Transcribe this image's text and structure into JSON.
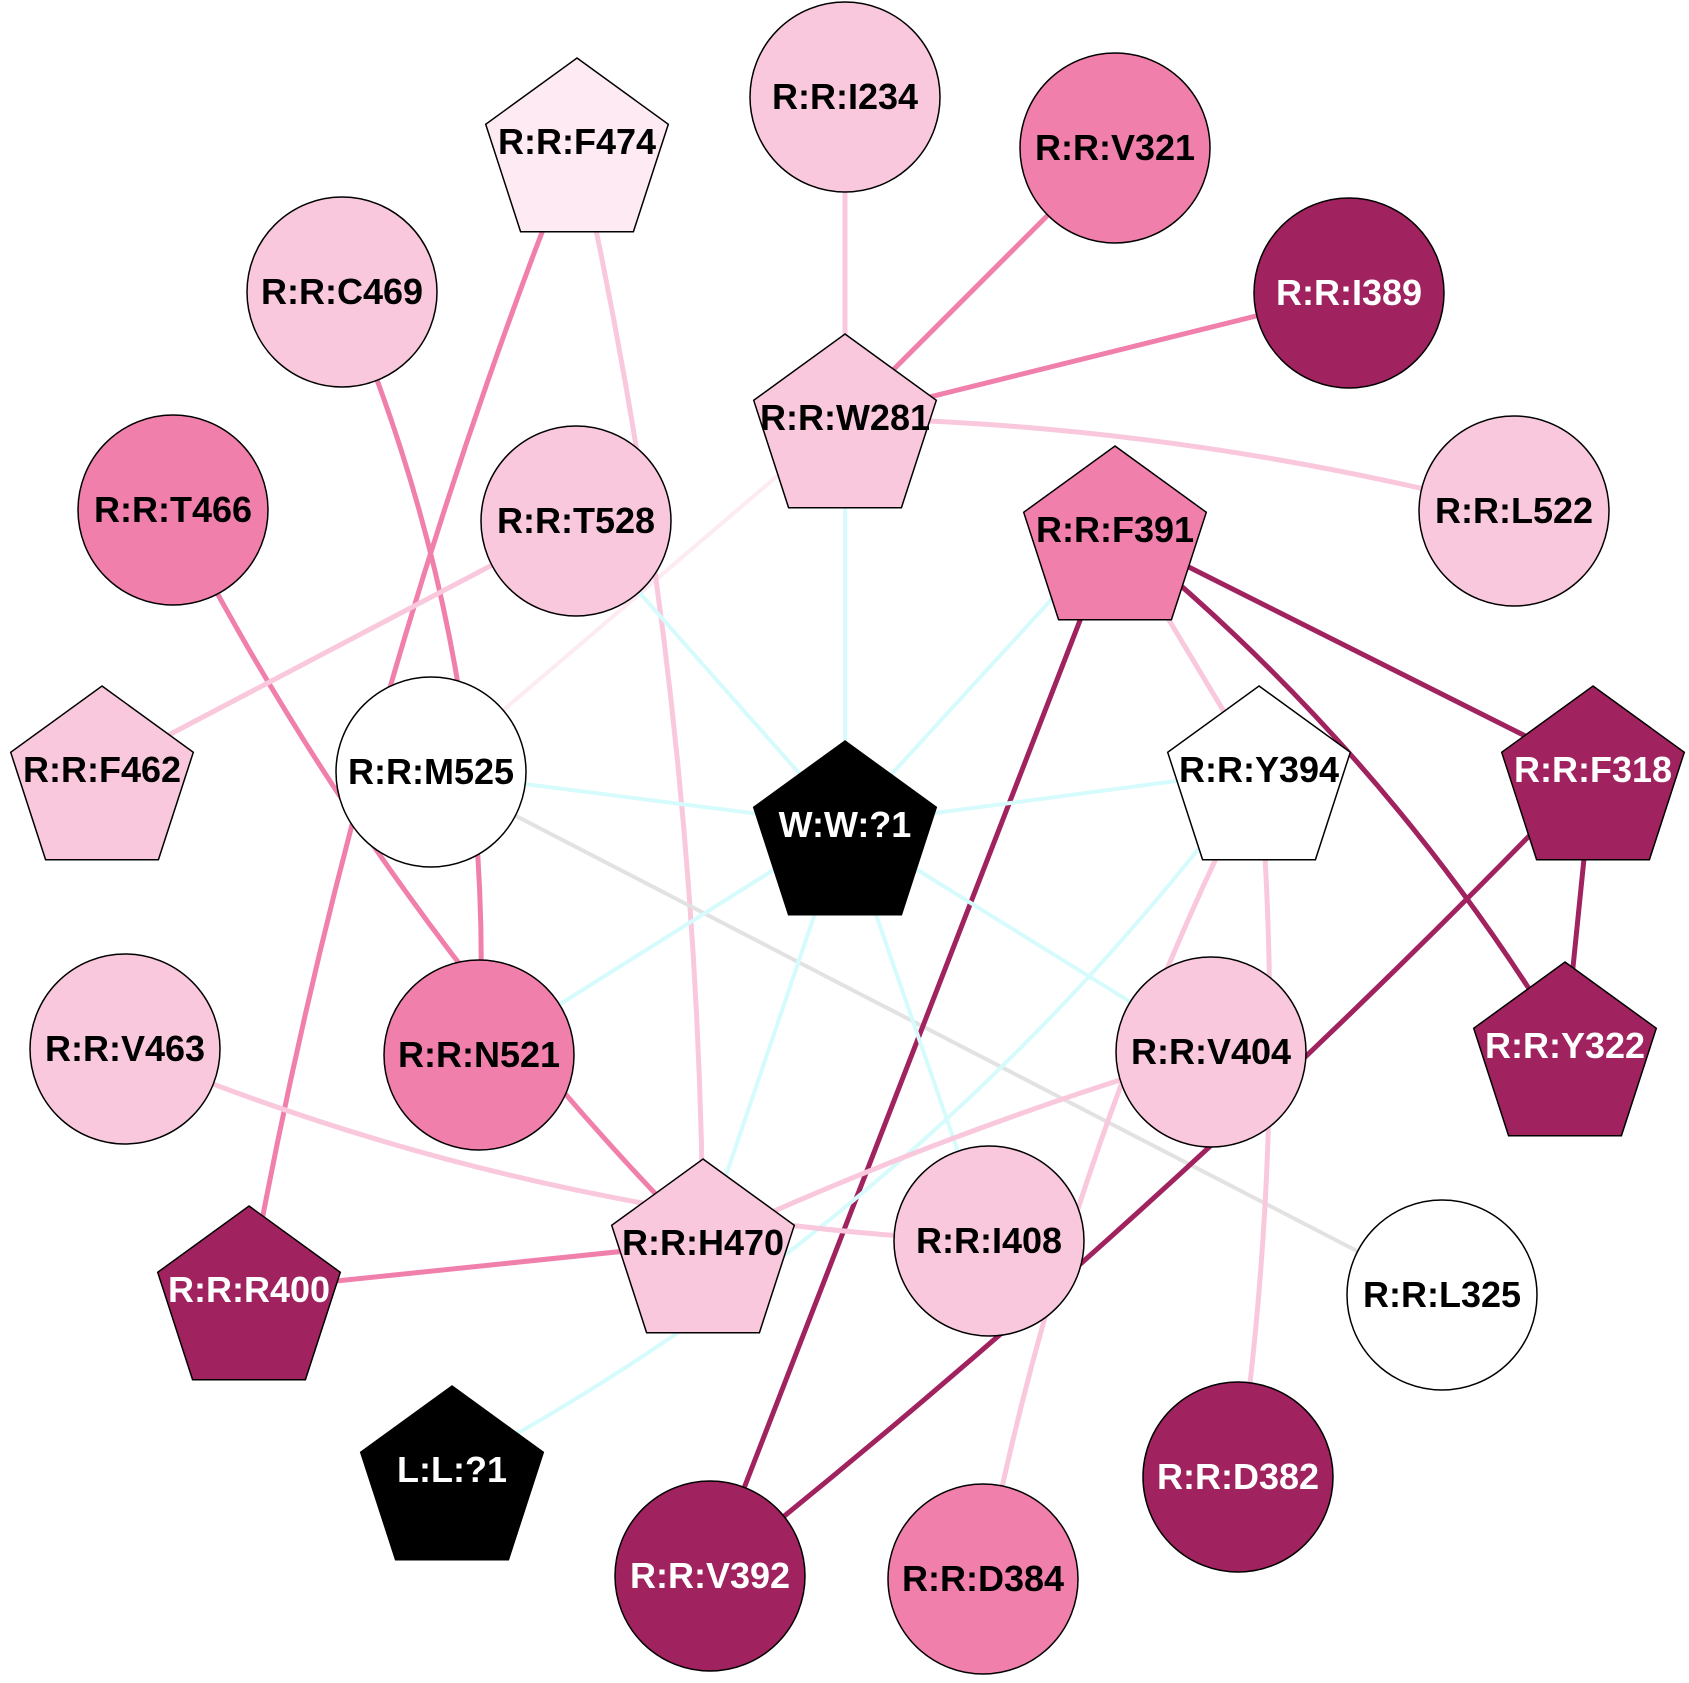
{
  "colors": {
    "dark": "#a0225f",
    "medium": "#f07fac",
    "light": "#f9c8dd",
    "pale": "#fdeaf2",
    "white": "#ffffff",
    "black": "#000000",
    "cyan": "#d6fbfc",
    "gray": "#e2e2e2"
  },
  "nodes": [
    {
      "id": "W:W:?1",
      "label": "W:W:?1",
      "shape": "pentagon",
      "color": "black",
      "text": "white"
    },
    {
      "id": "L:L:?1",
      "label": "L:L:?1",
      "shape": "pentagon",
      "color": "black",
      "text": "white"
    },
    {
      "id": "R:R:I234",
      "label": "R:R:I234",
      "shape": "circle",
      "color": "light",
      "text": "black"
    },
    {
      "id": "R:R:V321",
      "label": "R:R:V321",
      "shape": "circle",
      "color": "medium",
      "text": "black"
    },
    {
      "id": "R:R:I389",
      "label": "R:R:I389",
      "shape": "circle",
      "color": "dark",
      "text": "white"
    },
    {
      "id": "R:R:L522",
      "label": "R:R:L522",
      "shape": "circle",
      "color": "light",
      "text": "black"
    },
    {
      "id": "R:R:F318",
      "label": "R:R:F318",
      "shape": "pentagon",
      "color": "dark",
      "text": "white"
    },
    {
      "id": "R:R:Y322",
      "label": "R:R:Y322",
      "shape": "pentagon",
      "color": "dark",
      "text": "white"
    },
    {
      "id": "R:R:L325",
      "label": "R:R:L325",
      "shape": "circle",
      "color": "white",
      "text": "black"
    },
    {
      "id": "R:R:D382",
      "label": "R:R:D382",
      "shape": "circle",
      "color": "dark",
      "text": "white"
    },
    {
      "id": "R:R:D384",
      "label": "R:R:D384",
      "shape": "circle",
      "color": "medium",
      "text": "black"
    },
    {
      "id": "R:R:V392",
      "label": "R:R:V392",
      "shape": "circle",
      "color": "dark",
      "text": "white"
    },
    {
      "id": "R:R:R400",
      "label": "R:R:R400",
      "shape": "pentagon",
      "color": "dark",
      "text": "white"
    },
    {
      "id": "R:R:V463",
      "label": "R:R:V463",
      "shape": "circle",
      "color": "light",
      "text": "black"
    },
    {
      "id": "R:R:F462",
      "label": "R:R:F462",
      "shape": "pentagon",
      "color": "light",
      "text": "black"
    },
    {
      "id": "R:R:T466",
      "label": "R:R:T466",
      "shape": "circle",
      "color": "medium",
      "text": "black"
    },
    {
      "id": "R:R:C469",
      "label": "R:R:C469",
      "shape": "circle",
      "color": "light",
      "text": "black"
    },
    {
      "id": "R:R:F474",
      "label": "R:R:F474",
      "shape": "pentagon",
      "color": "pale",
      "text": "black"
    },
    {
      "id": "R:R:W281",
      "label": "R:R:W281",
      "shape": "pentagon",
      "color": "light",
      "text": "black"
    },
    {
      "id": "R:R:T528",
      "label": "R:R:T528",
      "shape": "circle",
      "color": "light",
      "text": "black"
    },
    {
      "id": "R:R:F391",
      "label": "R:R:F391",
      "shape": "pentagon",
      "color": "medium",
      "text": "black"
    },
    {
      "id": "R:R:M525",
      "label": "R:R:M525",
      "shape": "circle",
      "color": "white",
      "text": "black"
    },
    {
      "id": "R:R:Y394",
      "label": "R:R:Y394",
      "shape": "pentagon",
      "color": "white",
      "text": "black"
    },
    {
      "id": "R:R:N521",
      "label": "R:R:N521",
      "shape": "circle",
      "color": "medium",
      "text": "black"
    },
    {
      "id": "R:R:V404",
      "label": "R:R:V404",
      "shape": "circle",
      "color": "light",
      "text": "black"
    },
    {
      "id": "R:R:H470",
      "label": "R:R:H470",
      "shape": "pentagon",
      "color": "light",
      "text": "black"
    },
    {
      "id": "R:R:I408",
      "label": "R:R:I408",
      "shape": "circle",
      "color": "light",
      "text": "black"
    }
  ],
  "edges": [
    {
      "from": "R:R:I234",
      "to": "R:R:W281",
      "color": "light"
    },
    {
      "from": "R:R:V321",
      "to": "R:R:W281",
      "color": "medium"
    },
    {
      "from": "R:R:I389",
      "to": "R:R:W281",
      "color": "medium"
    },
    {
      "from": "R:R:W281",
      "to": "R:R:L522",
      "color": "light"
    },
    {
      "from": "R:R:W281",
      "to": "W:W:?1",
      "color": "cyan"
    },
    {
      "from": "R:R:W281",
      "to": "R:R:M525",
      "color": "pale"
    },
    {
      "from": "R:R:F474",
      "to": "R:R:R400",
      "color": "medium"
    },
    {
      "from": "R:R:F474",
      "to": "R:R:H470",
      "color": "light"
    },
    {
      "from": "R:R:C469",
      "to": "R:R:N521",
      "color": "medium"
    },
    {
      "from": "R:R:T466",
      "to": "R:R:H470",
      "color": "medium"
    },
    {
      "from": "R:R:T528",
      "to": "R:R:F462",
      "color": "light"
    },
    {
      "from": "R:R:T528",
      "to": "W:W:?1",
      "color": "cyan"
    },
    {
      "from": "R:R:M525",
      "to": "W:W:?1",
      "color": "cyan"
    },
    {
      "from": "R:R:M525",
      "to": "R:R:L325",
      "color": "gray"
    },
    {
      "from": "R:R:F391",
      "to": "W:W:?1",
      "color": "cyan"
    },
    {
      "from": "R:R:F391",
      "to": "R:R:Y394",
      "color": "light"
    },
    {
      "from": "R:R:F391",
      "to": "R:R:F318",
      "color": "dark"
    },
    {
      "from": "R:R:F391",
      "to": "R:R:Y322",
      "color": "dark"
    },
    {
      "from": "R:R:F391",
      "to": "R:R:V392",
      "color": "dark"
    },
    {
      "from": "R:R:F318",
      "to": "R:R:Y322",
      "color": "dark"
    },
    {
      "from": "R:R:F318",
      "to": "R:R:V392",
      "color": "dark"
    },
    {
      "from": "R:R:Y394",
      "to": "W:W:?1",
      "color": "cyan"
    },
    {
      "from": "R:R:Y394",
      "to": "L:L:?1",
      "color": "cyan"
    },
    {
      "from": "R:R:Y394",
      "to": "R:R:D384",
      "color": "light"
    },
    {
      "from": "R:R:Y394",
      "to": "R:R:D382",
      "color": "light"
    },
    {
      "from": "W:W:?1",
      "to": "R:R:N521",
      "color": "cyan"
    },
    {
      "from": "W:W:?1",
      "to": "R:R:V404",
      "color": "cyan"
    },
    {
      "from": "W:W:?1",
      "to": "R:R:H470",
      "color": "cyan"
    },
    {
      "from": "W:W:?1",
      "to": "R:R:I408",
      "color": "cyan"
    },
    {
      "from": "R:R:V463",
      "to": "R:R:I408",
      "color": "light"
    },
    {
      "from": "R:R:V404",
      "to": "R:R:H470",
      "color": "light"
    },
    {
      "from": "R:R:R400",
      "to": "R:R:H470",
      "color": "medium"
    }
  ]
}
